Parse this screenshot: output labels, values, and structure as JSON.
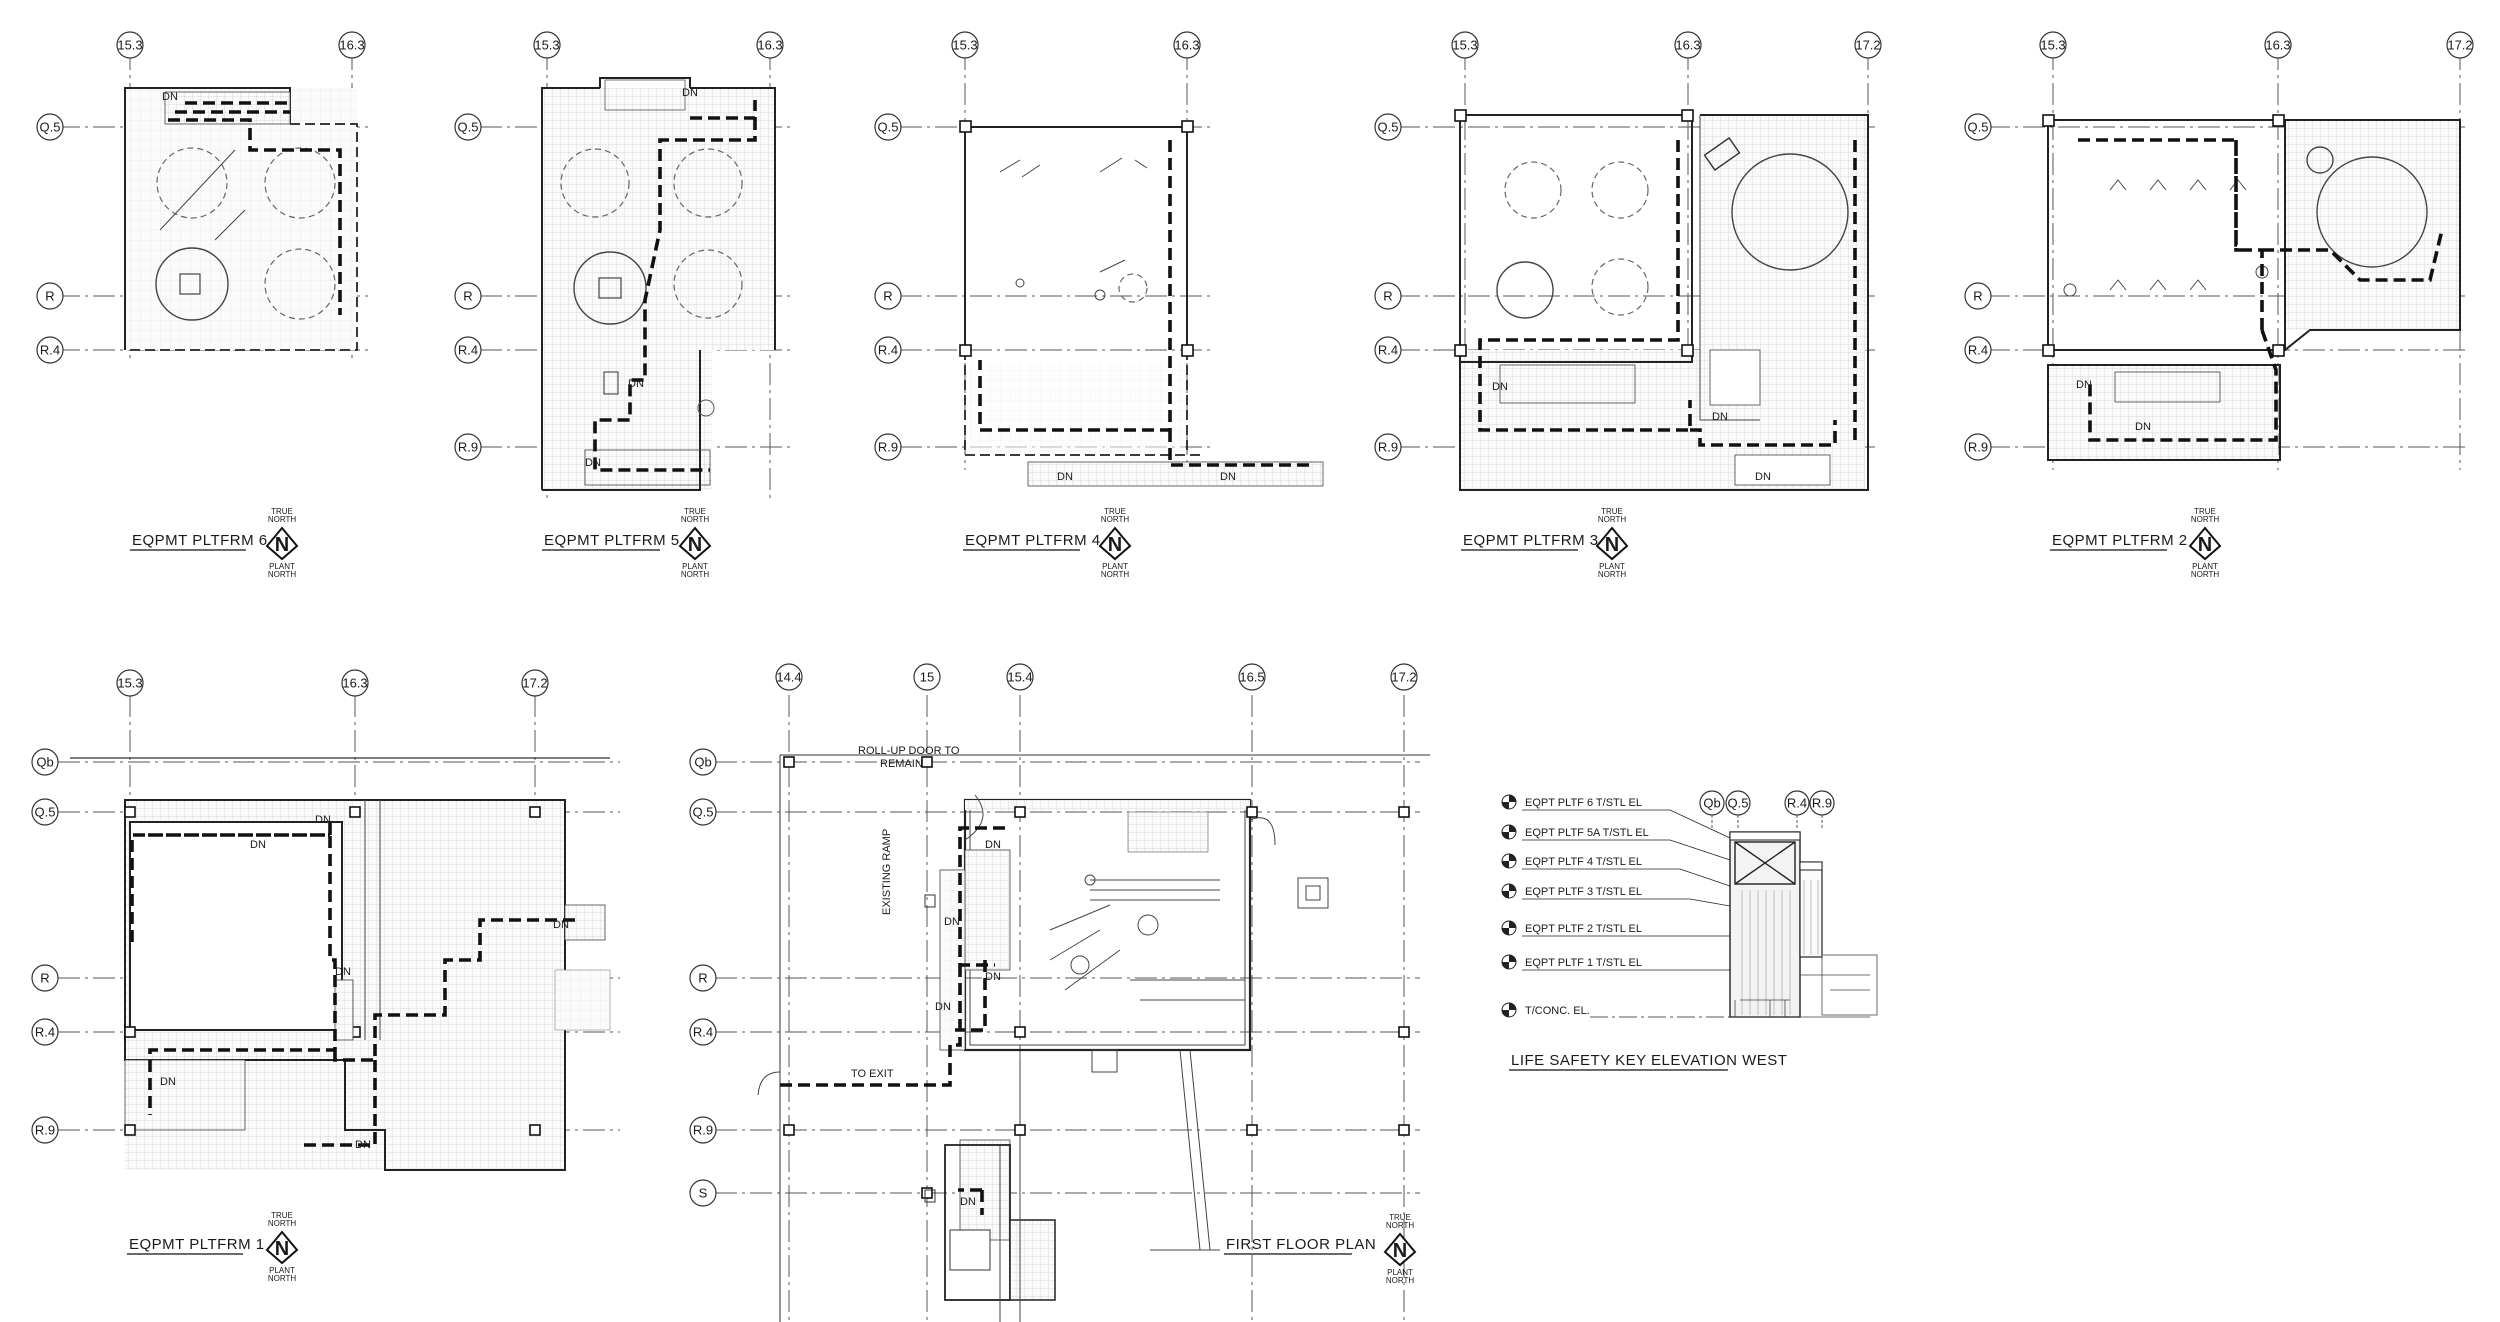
{
  "labels": {
    "dn": "DN",
    "true_north_1": "TRUE",
    "true_north_2": "NORTH",
    "plant_north_1": "PLANT",
    "plant_north_2": "NORTH",
    "north_letter": "N"
  },
  "platforms": {
    "p6": {
      "title": "EQPMT PLTFRM 6",
      "col_grid": [
        "15.3",
        "16.3"
      ],
      "row_grid": [
        "Q.5",
        "R",
        "R.4"
      ]
    },
    "p5": {
      "title": "EQPMT PLTFRM 5",
      "col_grid": [
        "15.3",
        "16.3"
      ],
      "row_grid": [
        "Q.5",
        "R",
        "R.4",
        "R.9"
      ]
    },
    "p4": {
      "title": "EQPMT PLTFRM 4",
      "col_grid": [
        "15.3",
        "16.3"
      ],
      "row_grid": [
        "Q.5",
        "R",
        "R.4",
        "R.9"
      ]
    },
    "p3": {
      "title": "EQPMT PLTFRM 3",
      "col_grid": [
        "15.3",
        "16.3",
        "17.2"
      ],
      "row_grid": [
        "Q.5",
        "R",
        "R.4",
        "R.9"
      ]
    },
    "p2": {
      "title": "EQPMT PLTFRM 2",
      "col_grid": [
        "15.3",
        "16.3",
        "17.2"
      ],
      "row_grid": [
        "Q.5",
        "R",
        "R.4",
        "R.9"
      ]
    },
    "p1": {
      "title": "EQPMT PLTFRM 1",
      "col_grid": [
        "15.3",
        "16.3",
        "17.2"
      ],
      "row_grid": [
        "Qb",
        "Q.5",
        "R",
        "R.4",
        "R.9"
      ]
    }
  },
  "first_floor": {
    "title": "FIRST FLOOR PLAN",
    "col_grid": [
      "14.4",
      "15",
      "15.4",
      "16.5",
      "17.2"
    ],
    "row_grid": [
      "Qb",
      "Q.5",
      "R",
      "R.4",
      "R.9",
      "S"
    ],
    "note_rollup_1": "ROLL-UP DOOR TO",
    "note_rollup_2": "REMAIN",
    "note_ramp": "EXISTING RAMP",
    "note_exit": "TO EXIT"
  },
  "key_elevation": {
    "title": "LIFE SAFETY KEY ELEVATION WEST",
    "levels": [
      "EQPT PLTF 6 T/STL EL",
      "EQPT PLTF 5A T/STL EL",
      "EQPT PLTF 4 T/STL EL",
      "EQPT PLTF 3 T/STL EL",
      "EQPT PLTF 2 T/STL EL",
      "EQPT PLTF 1 T/STL EL",
      "T/CONC. EL."
    ],
    "col_grid": [
      "Qb",
      "Q.5",
      "R.4",
      "R.9"
    ]
  }
}
